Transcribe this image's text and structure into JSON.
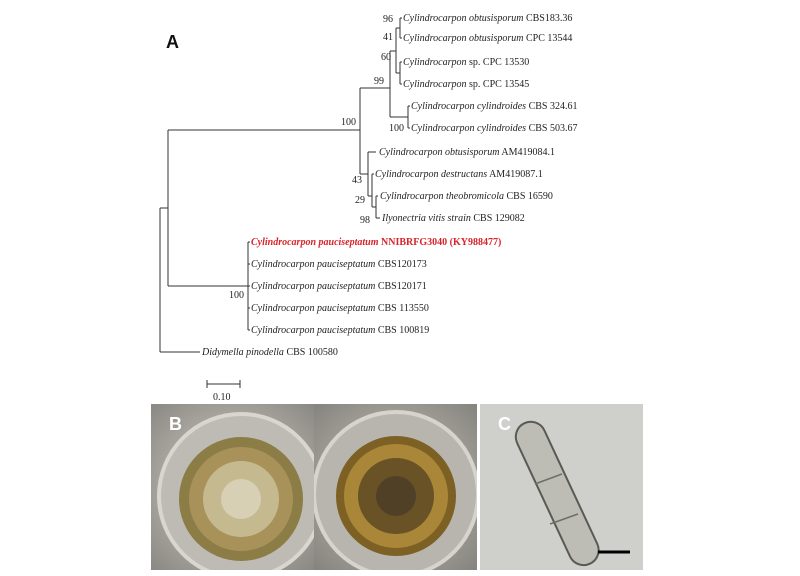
{
  "panels": {
    "a": "A",
    "b": "B",
    "c": "C"
  },
  "scale_bar_label": "0.10",
  "taxa": [
    {
      "genus": "Cylindrocarpon obtusisporum",
      "strain": "CBS183.36"
    },
    {
      "genus": "Cylindrocarpon obtusisporum",
      "strain": "CPC 13544"
    },
    {
      "genus": "Cylindrocarpon",
      "strain": "sp. CPC 13530"
    },
    {
      "genus": "Cylindrocarpon",
      "strain": "sp. CPC 13545"
    },
    {
      "genus": "Cylindrocarpon cylindroides",
      "strain": "CBS 324.61"
    },
    {
      "genus": "Cylindrocarpon cylindroides",
      "strain": "CBS 503.67"
    },
    {
      "genus": "Cylindrocarpon obtusisporum",
      "strain": "AM419084.1"
    },
    {
      "genus": "Cylindrocarpon destructans",
      "strain": "AM419087.1"
    },
    {
      "genus": "Cylindrocarpon theobromicola",
      "strain": "CBS 16590"
    },
    {
      "genus": "Ilyonectria vitis strain",
      "strain": "CBS 129082"
    },
    {
      "genus": "Cylindrocarpon pauciseptatum",
      "strain": "NNIBRFG3040 (KY988477)"
    },
    {
      "genus": "Cylindrocarpon pauciseptatum",
      "strain": "CBS120173"
    },
    {
      "genus": "Cylindrocarpon pauciseptatum",
      "strain": "CBS120171"
    },
    {
      "genus": "Cylindrocarpon pauciseptatum",
      "strain": "CBS 113550"
    },
    {
      "genus": "Cylindrocarpon pauciseptatum",
      "strain": "CBS 100819"
    },
    {
      "genus": "Didymella pinodella",
      "strain": "CBS 100580"
    }
  ],
  "bootstrap": {
    "b96": "96",
    "b41": "41",
    "b60": "60",
    "b99": "99",
    "b100a": "100",
    "b100b": "100",
    "b43": "43",
    "b29": "29",
    "b98": "98",
    "b100c": "100"
  },
  "colors": {
    "highlight": "#d8232a",
    "branch": "#333333",
    "photo_background": "#a7a59e"
  }
}
